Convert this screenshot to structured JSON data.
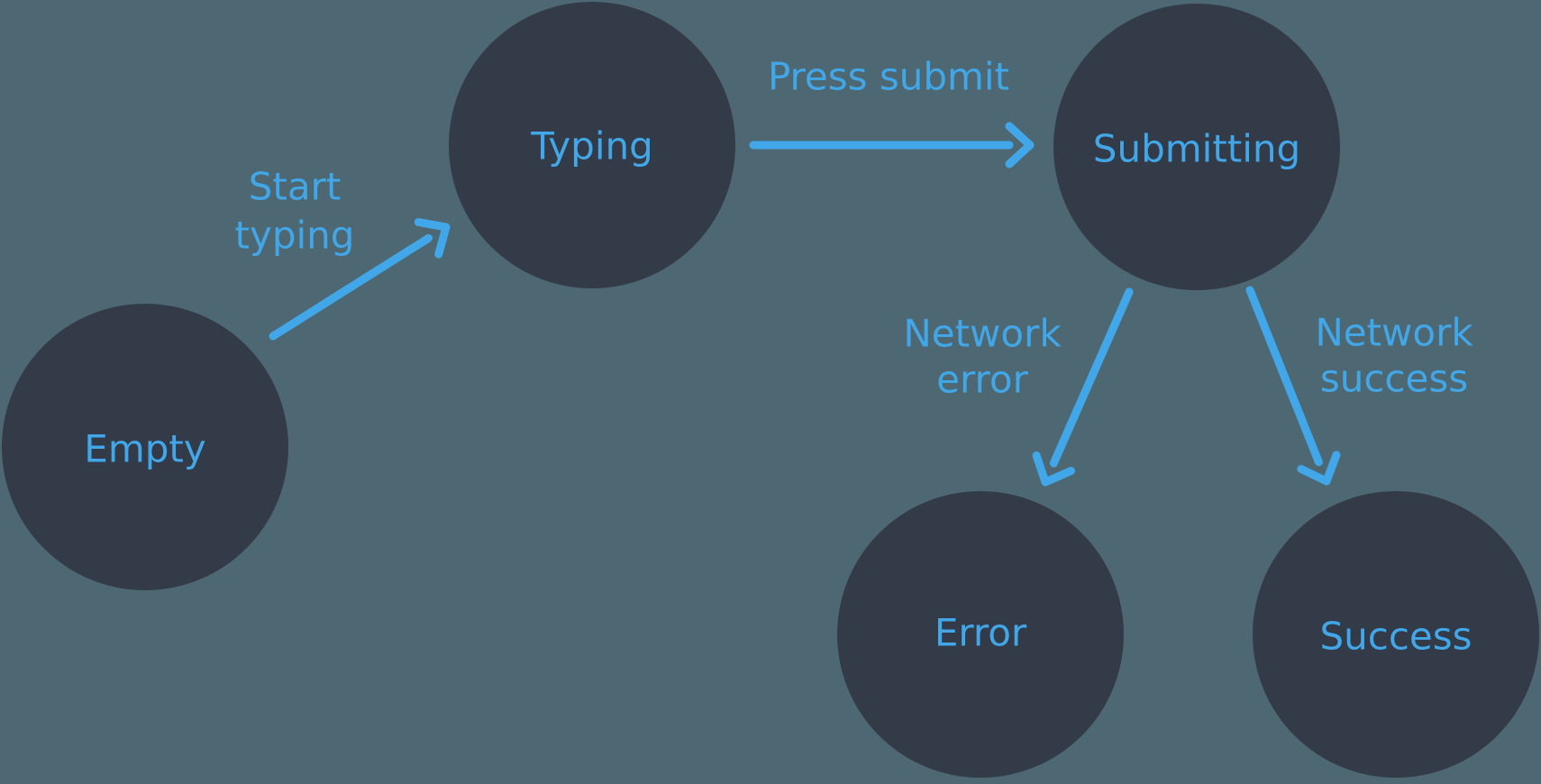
{
  "colors": {
    "background": "#4d6872",
    "node_fill": "#343b48",
    "accent": "#41a7e8"
  },
  "diagram": {
    "nodes": [
      {
        "id": "empty",
        "label": "Empty"
      },
      {
        "id": "typing",
        "label": "Typing"
      },
      {
        "id": "submitting",
        "label": "Submitting"
      },
      {
        "id": "error",
        "label": "Error"
      },
      {
        "id": "success",
        "label": "Success"
      }
    ],
    "edges": [
      {
        "from": "empty",
        "to": "typing",
        "label": "Start typing",
        "label_lines": [
          "Start",
          "typing"
        ]
      },
      {
        "from": "typing",
        "to": "submitting",
        "label": "Press submit",
        "label_lines": [
          "Press submit"
        ]
      },
      {
        "from": "submitting",
        "to": "error",
        "label": "Network error",
        "label_lines": [
          "Network",
          "error"
        ]
      },
      {
        "from": "submitting",
        "to": "success",
        "label": "Network success",
        "label_lines": [
          "Network",
          "success"
        ]
      }
    ]
  }
}
